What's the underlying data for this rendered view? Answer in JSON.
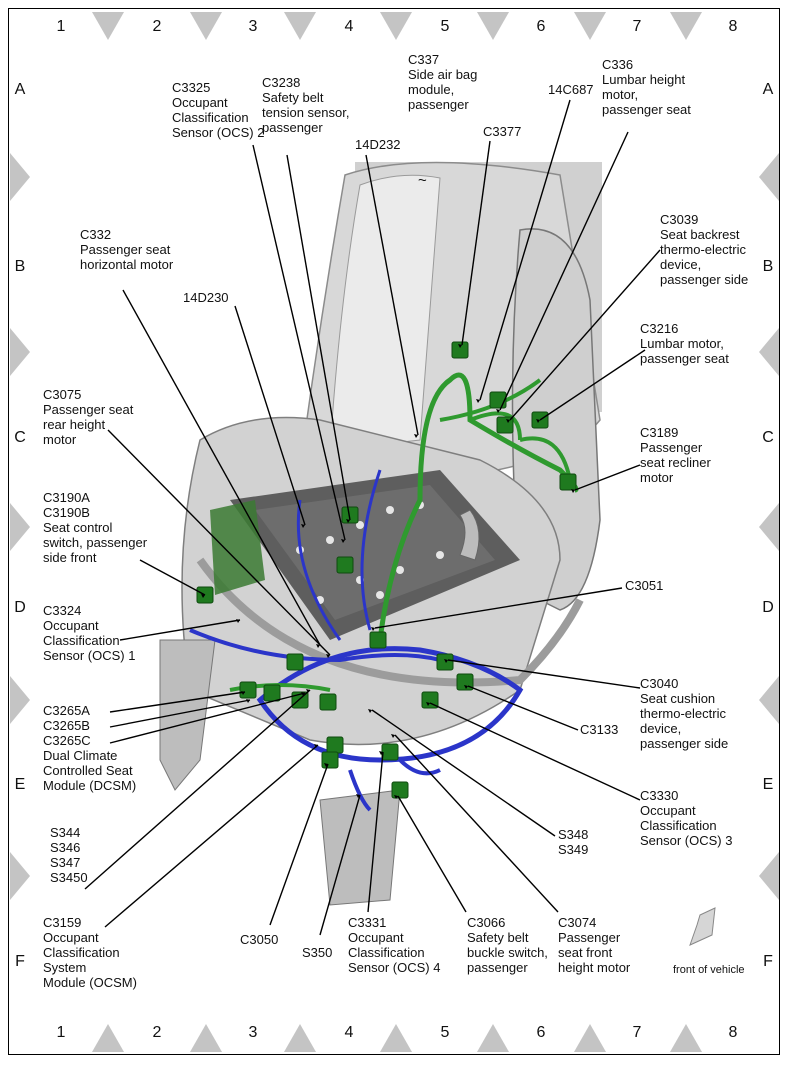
{
  "grid": {
    "columns": [
      "1",
      "2",
      "3",
      "4",
      "5",
      "6",
      "7",
      "8"
    ],
    "rows": [
      "A",
      "B",
      "C",
      "D",
      "E",
      "F"
    ]
  },
  "callouts": [
    {
      "id": "c3325",
      "text": "C3325\nOccupant\nClassification\nSensor (OCS) 2"
    },
    {
      "id": "c3238",
      "text": "C3238\nSafety belt\ntension sensor,\npassenger"
    },
    {
      "id": "c337",
      "text": "C337\nSide air bag\nmodule,\npassenger"
    },
    {
      "id": "c3377",
      "text": "C3377"
    },
    {
      "id": "14c687",
      "text": "14C687"
    },
    {
      "id": "c336",
      "text": "C336\nLumbar height\nmotor,\npassenger seat"
    },
    {
      "id": "14d232",
      "text": "14D232"
    },
    {
      "id": "c332",
      "text": "C332\nPassenger seat\nhorizontal motor"
    },
    {
      "id": "c3039",
      "text": "C3039\nSeat backrest\nthermo-electric\ndevice,\npassenger side"
    },
    {
      "id": "14d230",
      "text": "14D230"
    },
    {
      "id": "c3216",
      "text": "C3216\nLumbar motor,\npassenger seat"
    },
    {
      "id": "c3075",
      "text": "C3075\nPassenger seat\nrear height\nmotor"
    },
    {
      "id": "c3189",
      "text": "C3189\nPassenger\nseat recliner\nmotor"
    },
    {
      "id": "c3190",
      "text": "C3190A\nC3190B\nSeat control\nswitch, passenger\nside front"
    },
    {
      "id": "c3051",
      "text": "C3051"
    },
    {
      "id": "c3324",
      "text": "C3324\nOccupant\nClassification\nSensor (OCS) 1"
    },
    {
      "id": "c3040",
      "text": "C3040\nSeat cushion\nthermo-electric\ndevice,\npassenger side"
    },
    {
      "id": "c3265",
      "text": "C3265A\nC3265B\nC3265C\nDual Climate\nControlled Seat\nModule (DCSM)"
    },
    {
      "id": "c3133",
      "text": "C3133"
    },
    {
      "id": "s344",
      "text": "S344\nS346\nS347\nS3450"
    },
    {
      "id": "c3330",
      "text": "C3330\nOccupant\nClassification\nSensor (OCS) 3"
    },
    {
      "id": "s348",
      "text": "S348\nS349"
    },
    {
      "id": "c3159",
      "text": "C3159\nOccupant\nClassification\nSystem\nModule (OCSM)"
    },
    {
      "id": "c3050",
      "text": "C3050"
    },
    {
      "id": "s350",
      "text": "S350"
    },
    {
      "id": "c3331",
      "text": "C3331\nOccupant\nClassification\nSensor (OCS) 4"
    },
    {
      "id": "c3066",
      "text": "C3066\nSafety belt\nbuckle switch,\npassenger"
    },
    {
      "id": "c3074",
      "text": "C3074\nPassenger\nseat front\nheight motor"
    },
    {
      "id": "front",
      "text": "front of vehicle"
    }
  ],
  "small_mark": "~",
  "colors": {
    "harness_green": "#2f9a2f",
    "harness_blue": "#2b35c9",
    "connector_green": "#1f7a1f",
    "seat_gray": "#c8c8c8",
    "triangle_gray": "#c4c4c4"
  }
}
